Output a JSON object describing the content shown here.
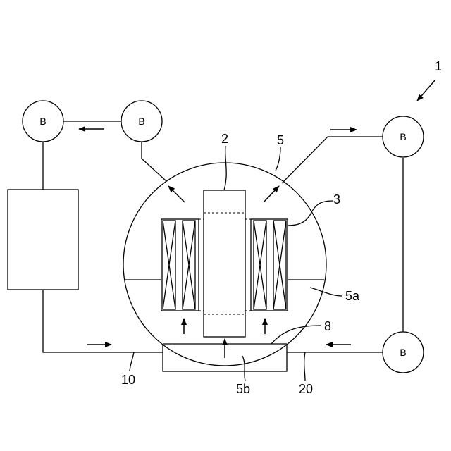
{
  "figure": {
    "blower_label": "B",
    "labels": {
      "apparatus": "1",
      "ref_2": "2",
      "ref_5": "5",
      "ref_3": "3",
      "ref_5a": "5a",
      "ref_8": "8",
      "ref_5b": "5b",
      "ref_10": "10",
      "ref_20": "20"
    }
  }
}
